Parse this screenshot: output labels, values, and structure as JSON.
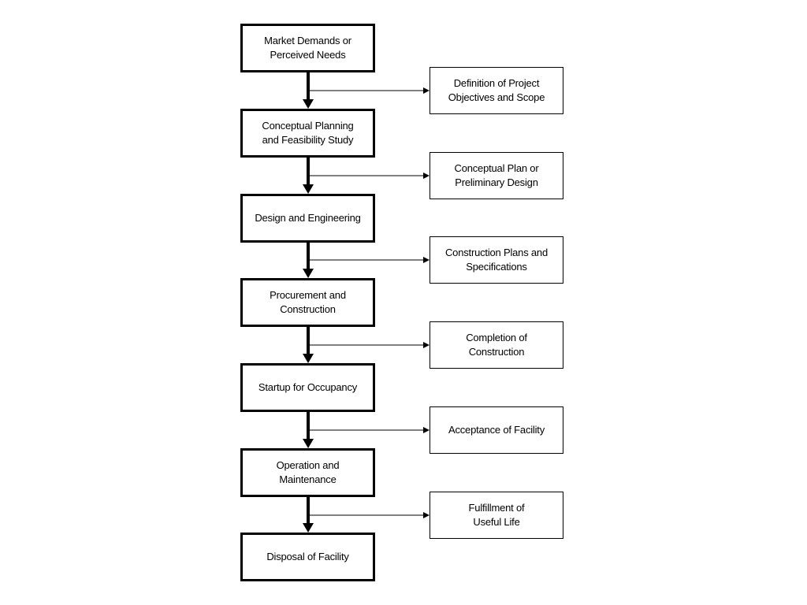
{
  "stages": [
    "Market Demands or\nPerceived Needs",
    "Conceptual Planning\nand Feasibility Study",
    "Design and Engineering",
    "Procurement and\nConstruction",
    "Startup for Occupancy",
    "Operation and\nMaintenance",
    "Disposal of Facility"
  ],
  "outcomes": [
    "Definition of Project\nObjectives and Scope",
    "Conceptual Plan or\nPreliminary Design",
    "Construction Plans and\nSpecifications",
    "Completion of\nConstruction",
    "Acceptance of Facility",
    "Fulfillment of\nUseful Life"
  ],
  "colors": {
    "line": "#000000",
    "background": "#ffffff"
  }
}
